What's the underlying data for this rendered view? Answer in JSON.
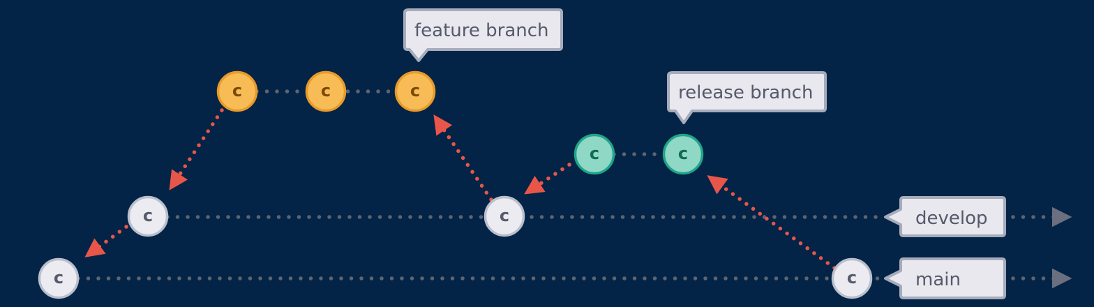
{
  "colors": {
    "background": "#032446",
    "track_dots": "#5e6470",
    "merge_arrows": "#e8564a",
    "callout_fill": "#e9e8ef",
    "callout_stroke": "#a6acbc",
    "callout_text": "#55596a",
    "main_commit_fill": "#ecebf1",
    "main_commit_stroke": "#b9bfcc",
    "main_commit_text": "#585b6b",
    "feature_commit_fill": "#f8bc57",
    "feature_commit_stroke": "#e89a2a",
    "feature_commit_text": "#7a4a05",
    "release_commit_fill": "#8fd8c6",
    "release_commit_stroke": "#1ea58a",
    "release_commit_text": "#126a55"
  },
  "commit_label": "c",
  "branches": {
    "main": {
      "label": "main",
      "commits": 2
    },
    "develop": {
      "label": "develop",
      "commits": 2
    },
    "feature": {
      "label": "feature branch",
      "commits": 3
    },
    "release": {
      "label": "release branch",
      "commits": 2
    }
  }
}
